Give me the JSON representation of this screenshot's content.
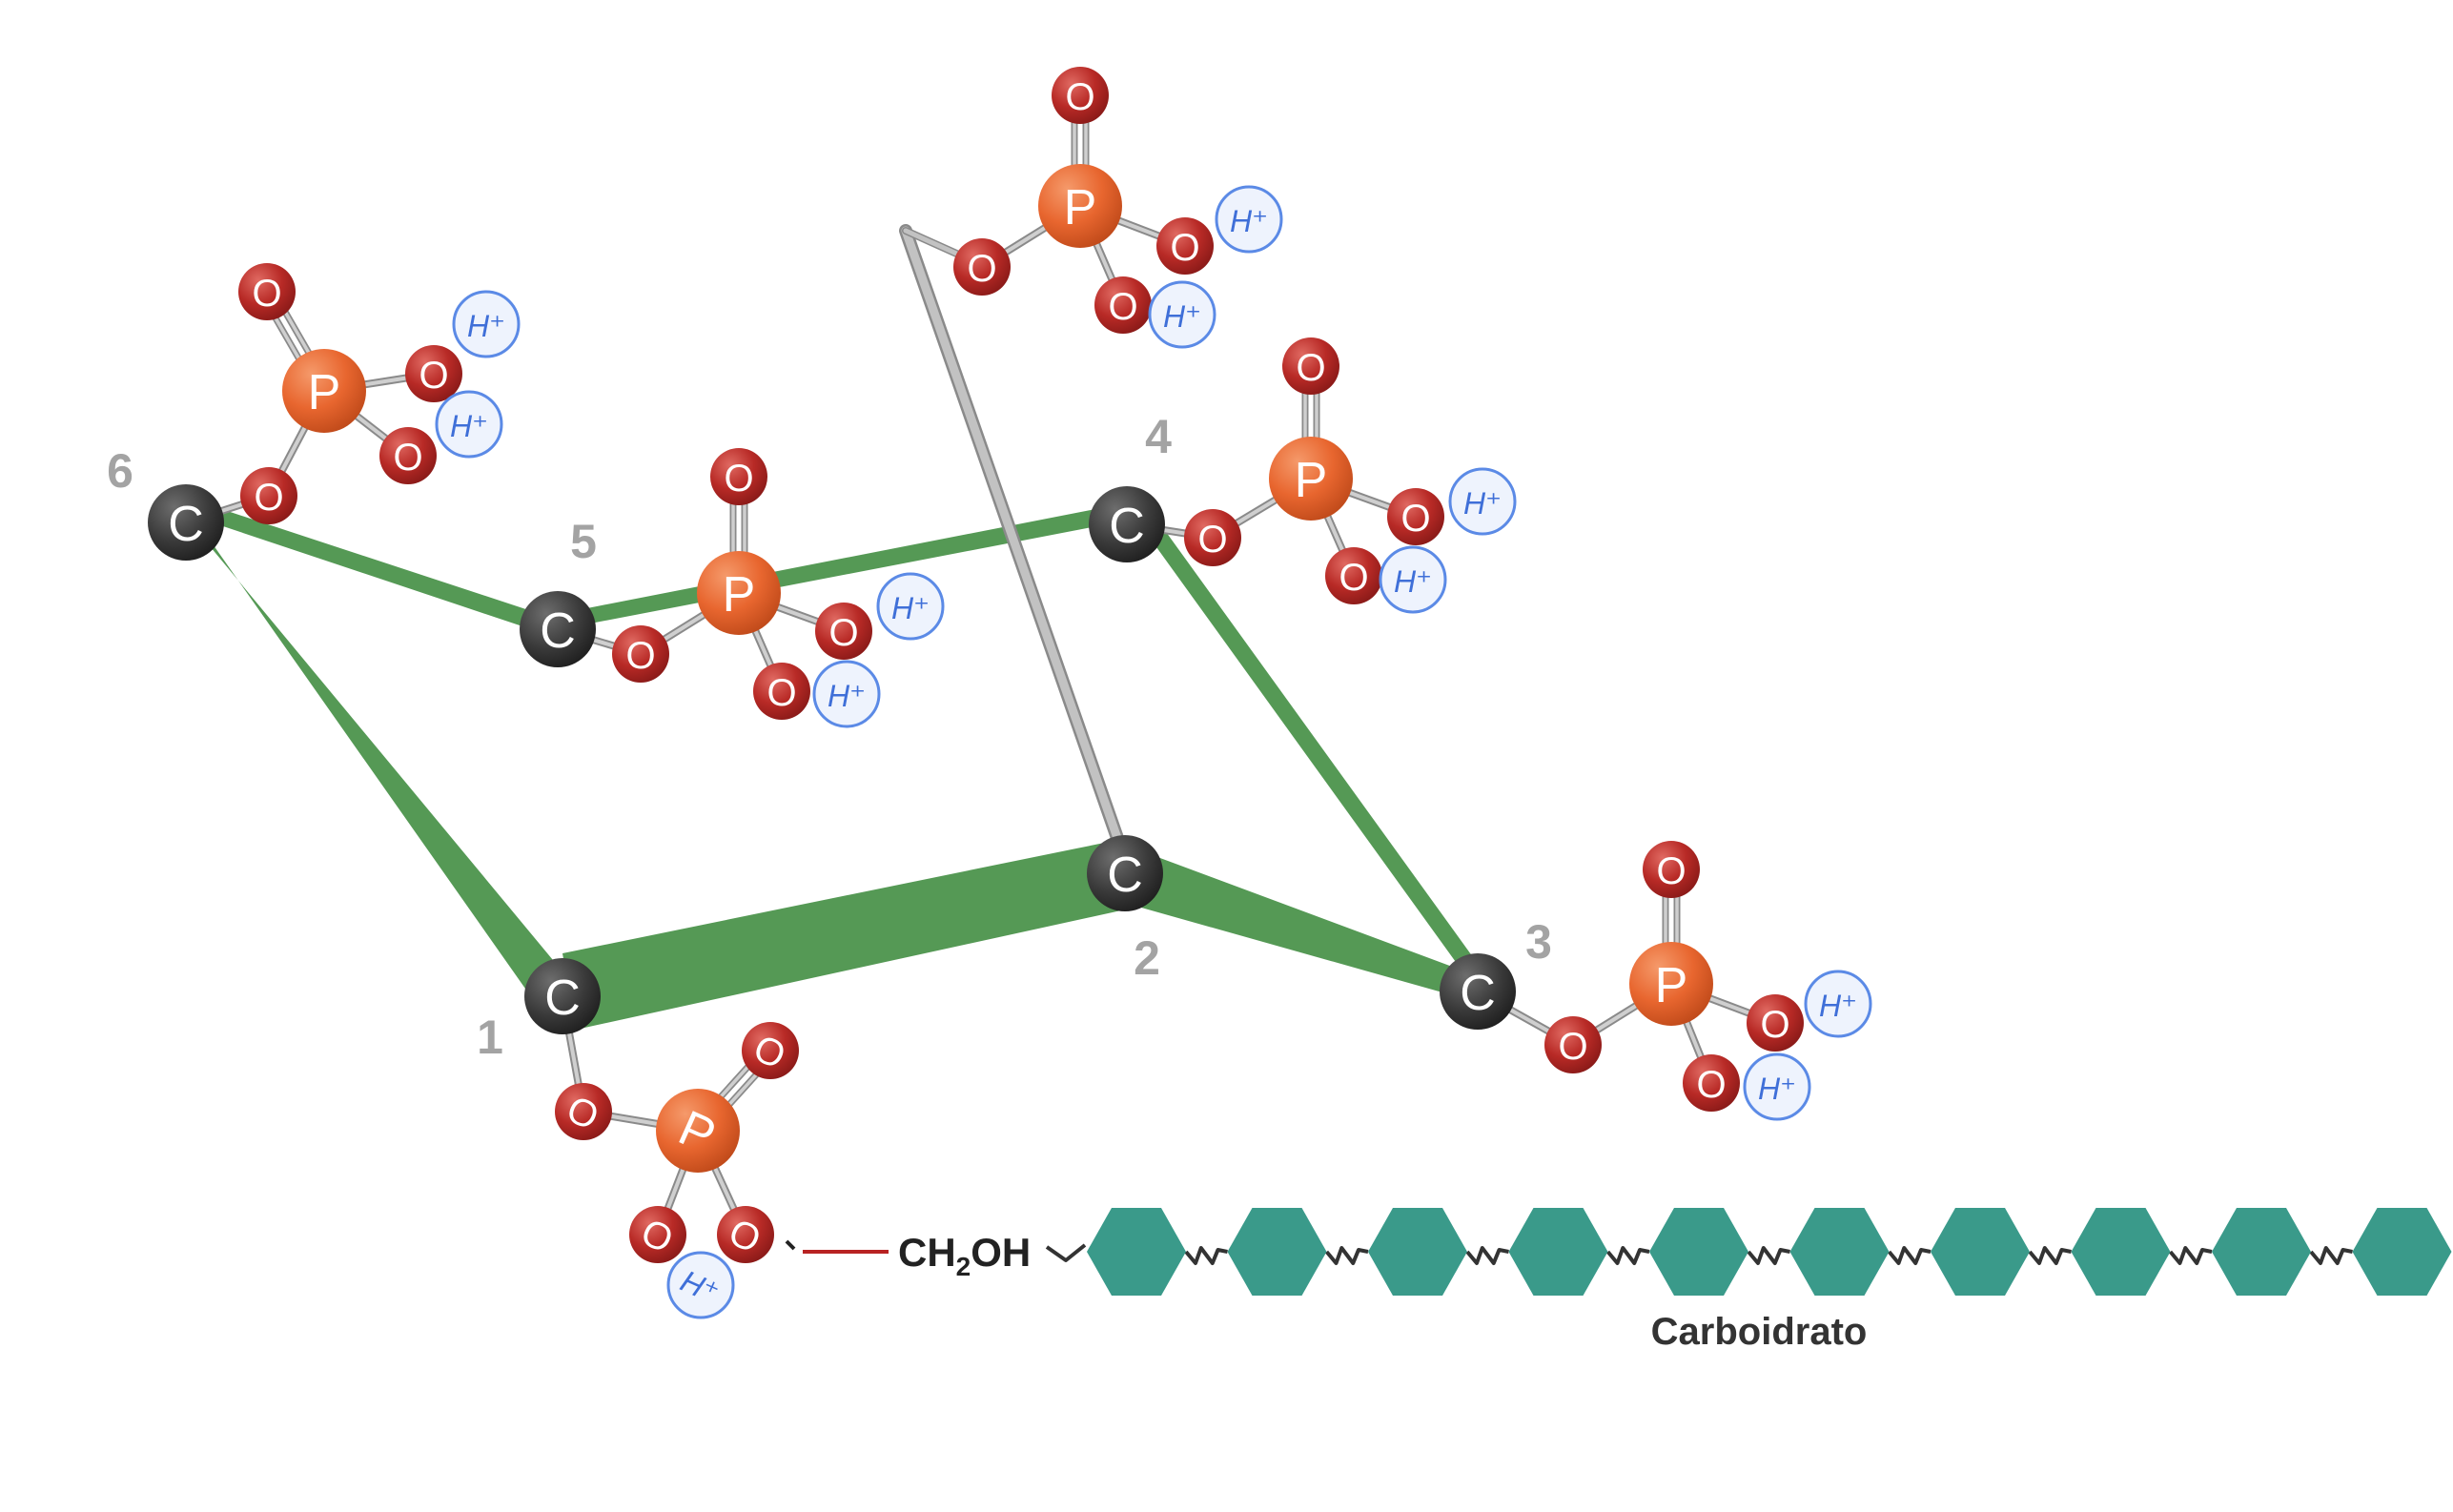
{
  "atoms": {
    "carbon": "C",
    "phosphorus": "P",
    "oxygen": "O",
    "proton": "H⁺"
  },
  "positions": {
    "c1": "1",
    "c2": "2",
    "c3": "3",
    "c4": "4",
    "c5": "5",
    "c6": "6"
  },
  "linker": {
    "ch2": "CH",
    "sub": "2",
    "oh": "OH"
  },
  "carbohydrate": {
    "label": "Carboidrato",
    "hexagon_count": 10
  },
  "colors": {
    "carbon": "#3a3a3a",
    "phosphorus": "#e8662f",
    "oxygen": "#b82a26",
    "proton_ring": "#5b8ae6",
    "ring_bond": "#559955",
    "axial_bond": "#b3b3b3",
    "hexagon": "#3a9a8a",
    "linker_bond": "#b82222"
  }
}
